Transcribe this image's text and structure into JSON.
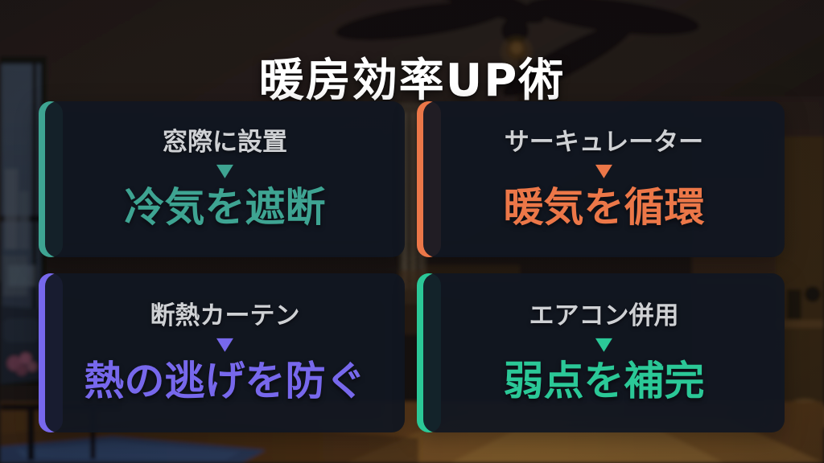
{
  "title": "暖房効率UP術",
  "cards": [
    {
      "label": "窓際に設置",
      "arrow": "▼",
      "result": "冷気を遮断",
      "color": "#3ea492"
    },
    {
      "label": "サーキュレーター",
      "arrow": "▼",
      "result": "暖気を循環",
      "color": "#ec7748"
    },
    {
      "label": "断熱カーテン",
      "arrow": "▼",
      "result": "熱の逃げを防ぐ",
      "color": "#7768ec"
    },
    {
      "label": "エアコン併用",
      "arrow": "▼",
      "result": "弱点を補完",
      "color": "#2bc897"
    }
  ],
  "colors": {
    "title_text": "#ffffff",
    "card_label_text": "#cfd1d4",
    "card_background": "rgba(17,23,33,0.93)"
  }
}
